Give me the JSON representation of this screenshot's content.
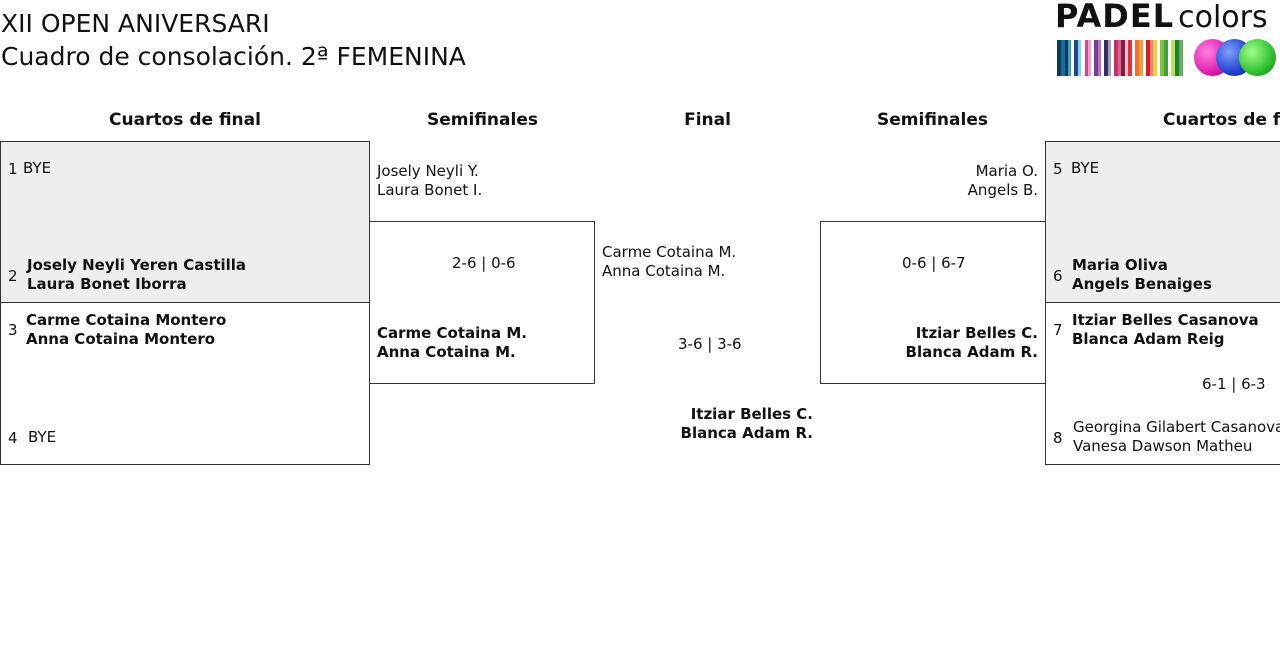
{
  "header": {
    "title_line1": "XII OPEN ANIVERSARI",
    "title_line2": "Cuadro de consolación. 2ª FEMENINA"
  },
  "logo": {
    "word1": "PADEL",
    "word2": "colors",
    "ball_colors": [
      "#e020b0",
      "#2040d0",
      "#30c030"
    ]
  },
  "rounds": {
    "qf_left": "Cuartos de final",
    "sf_left": "Semifinales",
    "final": "Final",
    "sf_right": "Semifinales",
    "qf_right": "Cuartos de final"
  },
  "qf_left": {
    "s1": {
      "seed": "1",
      "name1": "BYE"
    },
    "s2": {
      "seed": "2",
      "name1": "Josely Neyli Yeren Castilla",
      "name2": "Laura Bonet Iborra"
    },
    "s3": {
      "seed": "3",
      "name1": "Carme Cotaina Montero",
      "name2": "Anna Cotaina Montero"
    },
    "s4": {
      "seed": "4",
      "name1": "BYE"
    }
  },
  "qf_right": {
    "s5": {
      "seed": "5",
      "name1": "BYE"
    },
    "s6": {
      "seed": "6",
      "name1": "Maria Oliva",
      "name2": "Angels Benaiges"
    },
    "s7": {
      "seed": "7",
      "name1": "Itziar Belles Casanova",
      "name2": "Blanca Adam Reig"
    },
    "s8": {
      "seed": "8",
      "name1": "Georgina Gilabert Casanova",
      "name2": "Vanesa Dawson Matheu"
    },
    "score_78": "6-1 | 6-3"
  },
  "sf_left": {
    "top": {
      "name1": "Josely Neyli Y.",
      "name2": "Laura Bonet I."
    },
    "score": "2-6 | 0-6",
    "bottom": {
      "name1": "Carme Cotaina M.",
      "name2": "Anna Cotaina M."
    }
  },
  "sf_right": {
    "top": {
      "name1": "Maria O.",
      "name2": "Angels B."
    },
    "score": "0-6 | 6-7",
    "bottom": {
      "name1": "Itziar Belles C.",
      "name2": "Blanca Adam R."
    }
  },
  "final": {
    "top": {
      "name1": "Carme Cotaina M.",
      "name2": "Anna Cotaina M."
    },
    "score": "3-6 | 3-6",
    "bottom": {
      "name1": "Itziar Belles C.",
      "name2": "Blanca Adam R."
    }
  }
}
